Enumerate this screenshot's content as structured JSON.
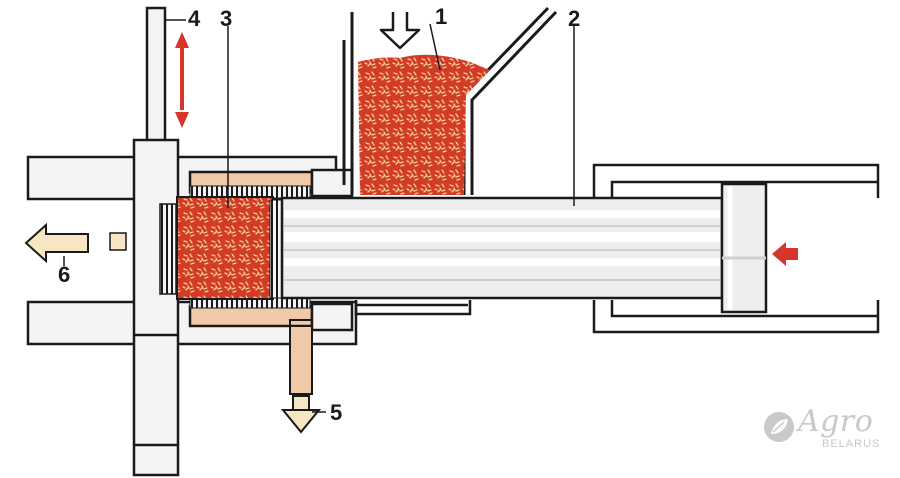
{
  "colors": {
    "outline": "#1a1a1a",
    "body_fill": "#f4f4f4",
    "material_red": "#d23b26",
    "material_speck": "#f2d39a",
    "arrow_red": "#d8352a",
    "arrow_beige": "#f7e6c3",
    "tube_beige": "#f0c9a8",
    "watermark": "#c9c9c9"
  },
  "callouts": {
    "feed_hopper": "1",
    "ram_plunger": "2",
    "compressed_plug": "3",
    "knife_slide": "4",
    "drain_outlet": "5",
    "output": "6"
  },
  "watermark": {
    "name": "Agro",
    "sub": "BELARUS"
  }
}
